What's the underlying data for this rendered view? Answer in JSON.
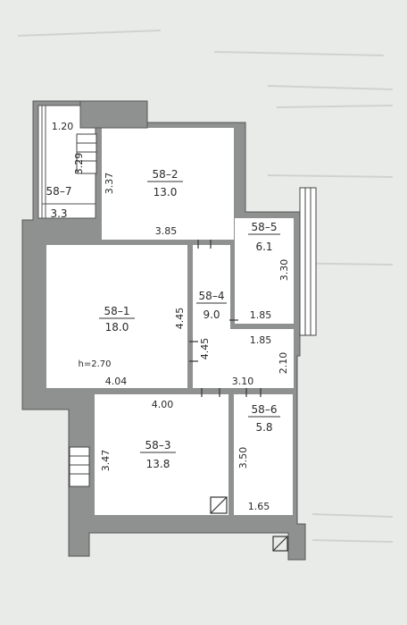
{
  "rooms": [
    {
      "id": "58-7",
      "number": "58–7",
      "area": "3.3"
    },
    {
      "id": "58-2",
      "number": "58–2",
      "area": "13.0"
    },
    {
      "id": "58-5",
      "number": "58–5",
      "area": "6.1"
    },
    {
      "id": "58-1",
      "number": "58–1",
      "area": "18.0"
    },
    {
      "id": "58-4",
      "number": "58–4",
      "area": "9.0"
    },
    {
      "id": "58-6",
      "number": "58–6",
      "area": "5.8"
    },
    {
      "id": "58-3",
      "number": "58–3",
      "area": "13.8"
    }
  ],
  "dimensions": {
    "balcony_width": "1.20",
    "balcony_length": "3.29",
    "room2_height": "3.37",
    "room2_width": "3.85",
    "room5_height": "3.30",
    "room5_width": "1.85",
    "room1_height": "4.45",
    "room4_height": "4.45",
    "corridor_width": "1.85",
    "corridor_height": "2.10",
    "room1_width": "4.04",
    "corridor_length": "3.10",
    "room3_width": "4.00",
    "room3_height": "3.47",
    "room6_height": "3.50",
    "room6_width": "1.65"
  },
  "ceiling_height": "h=2.70"
}
